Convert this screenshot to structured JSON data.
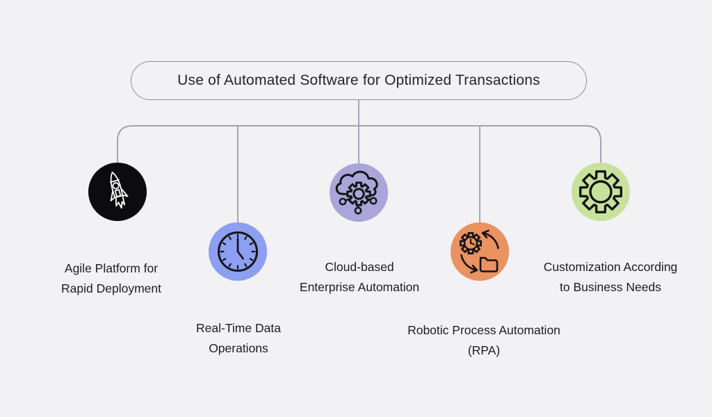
{
  "page": {
    "background": "#f2f1f3",
    "text_color": "#1d1d20"
  },
  "connector_color": "#9b98ab",
  "title": {
    "text": "Use of Automated Software for Optimized Transactions",
    "border_color": "#8f8ca2"
  },
  "nodes": [
    {
      "id": "agile",
      "icon": "rocket-icon",
      "circle_color": "#0c0c0e",
      "icon_color": "#ffffff",
      "label_line1": "Agile Platform for",
      "label_line2": "Rapid Deployment"
    },
    {
      "id": "realtime",
      "icon": "clock-icon",
      "circle_color": "#8c9ff1",
      "icon_color": "#141416",
      "label_line1": "Real-Time Data",
      "label_line2": "Operations"
    },
    {
      "id": "cloud",
      "icon": "cloud-network-icon",
      "circle_color": "#aaa6da",
      "icon_color": "#141416",
      "label_line1": "Cloud-based",
      "label_line2": "Enterprise Automation"
    },
    {
      "id": "rpa",
      "icon": "process-automation-icon",
      "circle_color": "#ea9260",
      "icon_color": "#141416",
      "label_line1": "Robotic Process Automation",
      "label_line2": "(RPA)"
    },
    {
      "id": "custom",
      "icon": "gear-icon",
      "circle_color": "#c8e29e",
      "icon_color": "#141416",
      "label_line1": "Customization According",
      "label_line2": "to Business Needs"
    }
  ]
}
